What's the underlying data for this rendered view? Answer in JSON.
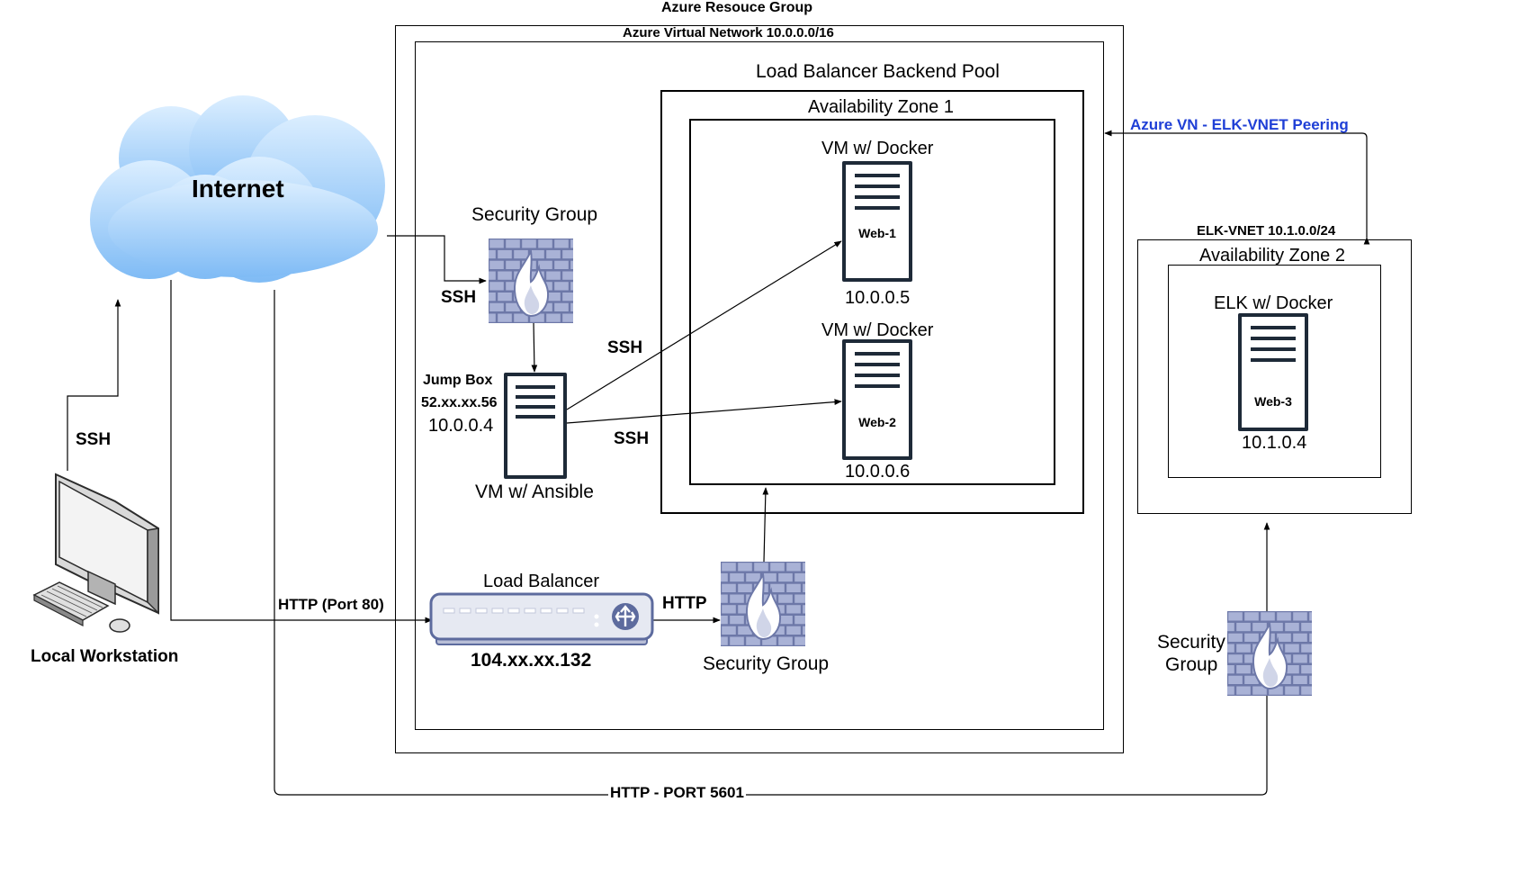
{
  "resource_group": {
    "title": "Azure Resouce Group"
  },
  "vnet": {
    "title": "Azure Virtual Network 10.0.0.0/16"
  },
  "backend_pool": {
    "title": "Load Balancer Backend Pool"
  },
  "zone1": {
    "title": "Availability Zone 1"
  },
  "web1": {
    "header": "VM w/ Docker",
    "name": "Web-1",
    "ip": "10.0.0.5"
  },
  "web2": {
    "header": "VM w/ Docker",
    "name": "Web-2",
    "ip": "10.0.0.6"
  },
  "internet": {
    "label": "Internet"
  },
  "security_group_top": {
    "label": "Security Group"
  },
  "security_group_lb": {
    "label": "Security Group"
  },
  "security_group_elk": {
    "line1": "Security",
    "line2": "Group"
  },
  "jumpbox": {
    "title": "Jump Box",
    "public_ip": "52.xx.xx.56",
    "private_ip": "10.0.0.4",
    "subtitle": "VM w/ Ansible"
  },
  "load_balancer": {
    "title": "Load Balancer",
    "ip": "104.xx.xx.132"
  },
  "workstation": {
    "label": "Local Workstation"
  },
  "elk_vnet": {
    "title": "ELK-VNET 10.1.0.0/24"
  },
  "zone2": {
    "title": "Availability Zone 2"
  },
  "elk": {
    "header": "ELK w/ Docker",
    "name": "Web-3",
    "ip": "10.1.0.4"
  },
  "connections": {
    "peering": "Azure VN - ELK-VNET Peering",
    "ssh_workstation": "SSH",
    "ssh_security": "SSH",
    "ssh_web1": "SSH",
    "ssh_web2": "SSH",
    "http_port80": "HTTP (Port 80)",
    "http_lb": "HTTP",
    "http_5601": "HTTP - PORT 5601"
  },
  "colors": {
    "peering_text": "#1f3fd6",
    "firewall_brick": "#a9b2d6",
    "firewall_mortar": "#6d78a8",
    "flame": "#ffffff",
    "cloud_light": "#dbeeff",
    "cloud_dark": "#7fbbf5",
    "lb_fill": "#e6e9f2",
    "lb_border": "#5d6b9e"
  }
}
